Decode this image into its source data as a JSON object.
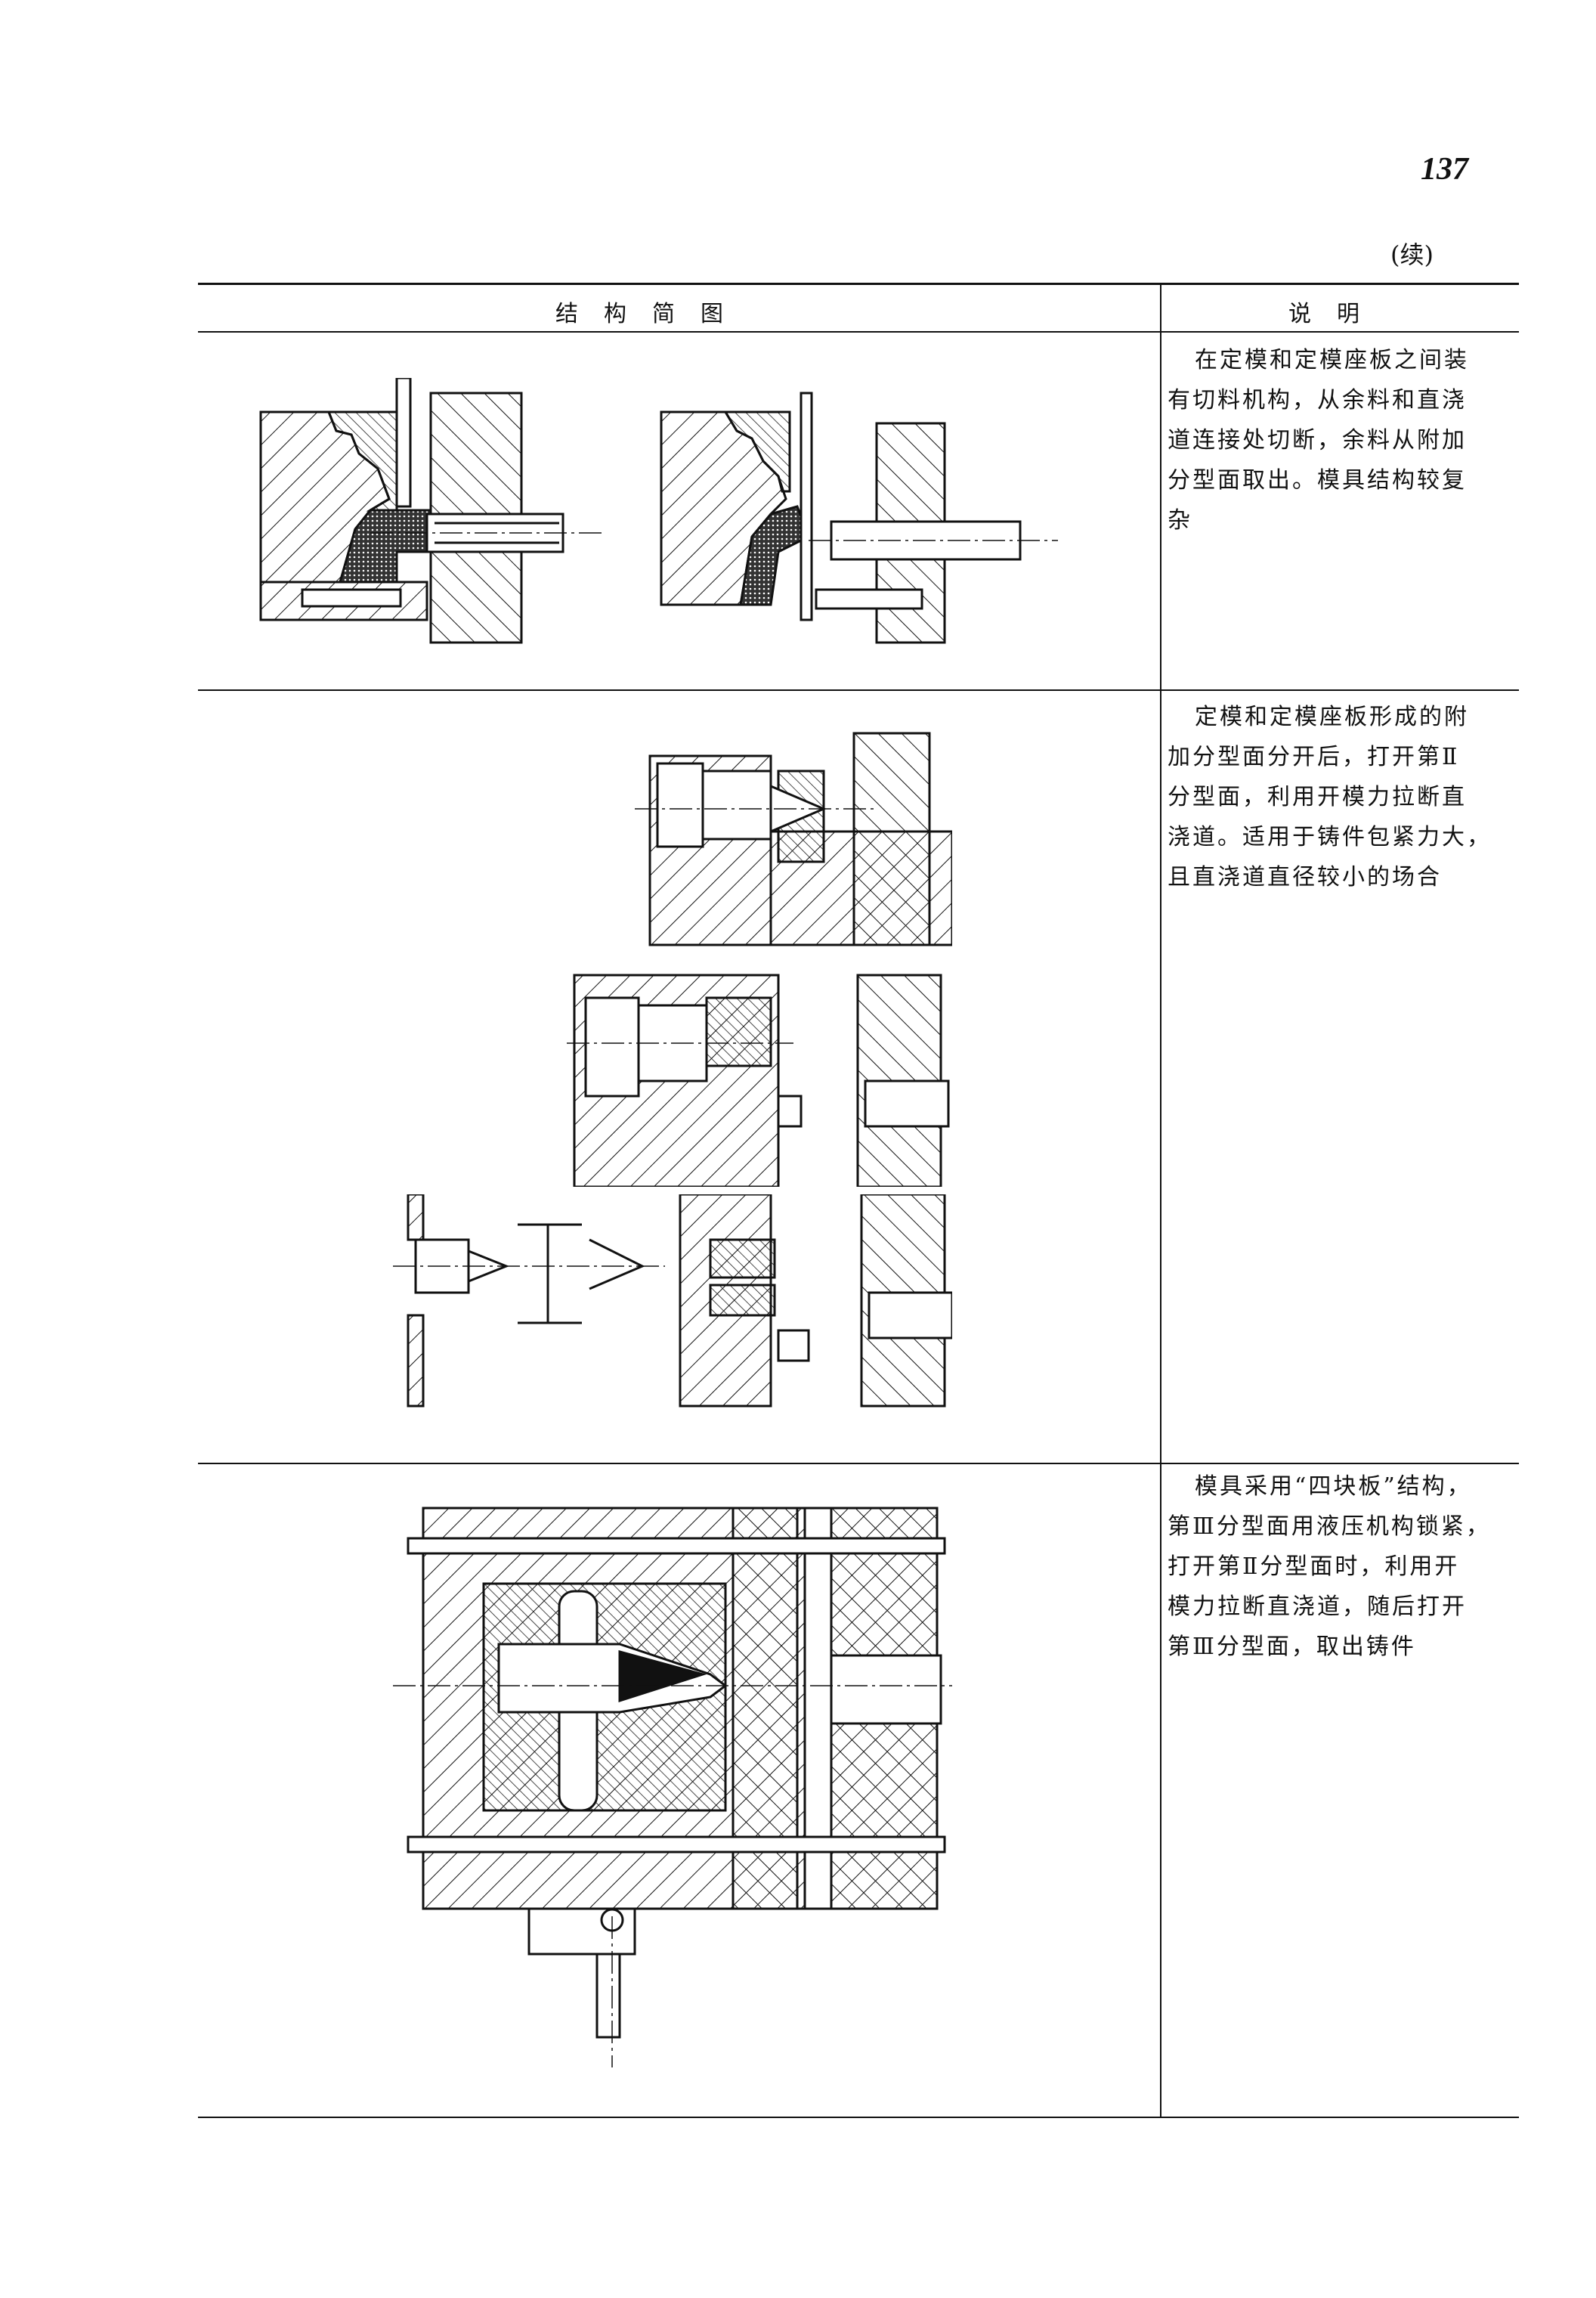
{
  "page_number": "137",
  "continued_label": "(续)",
  "table": {
    "headers": {
      "figure": "结构简图",
      "description": "说明"
    },
    "rows": [
      {
        "description_lines": [
          "在定模和定模座板之间装",
          "有切料机构，从余料和直浇",
          "道连接处切断，余料从附加",
          "分型面取出。模具结构较复",
          "杂"
        ]
      },
      {
        "description_lines": [
          "定模和定模座板形成的附",
          "加分型面分开后，打开第Ⅱ",
          "分型面，利用开模力拉断直",
          "浇道。适用于铸件包紧力大，",
          "且直浇道直径较小的场合"
        ]
      },
      {
        "description_lines": [
          "模具采用“四块板”结构，",
          "第Ⅲ分型面用液压机构锁紧，",
          "打开第Ⅱ分型面时，利用开",
          "模力拉断直浇道，随后打开",
          "第Ⅲ分型面，取出铸件"
        ]
      }
    ]
  }
}
